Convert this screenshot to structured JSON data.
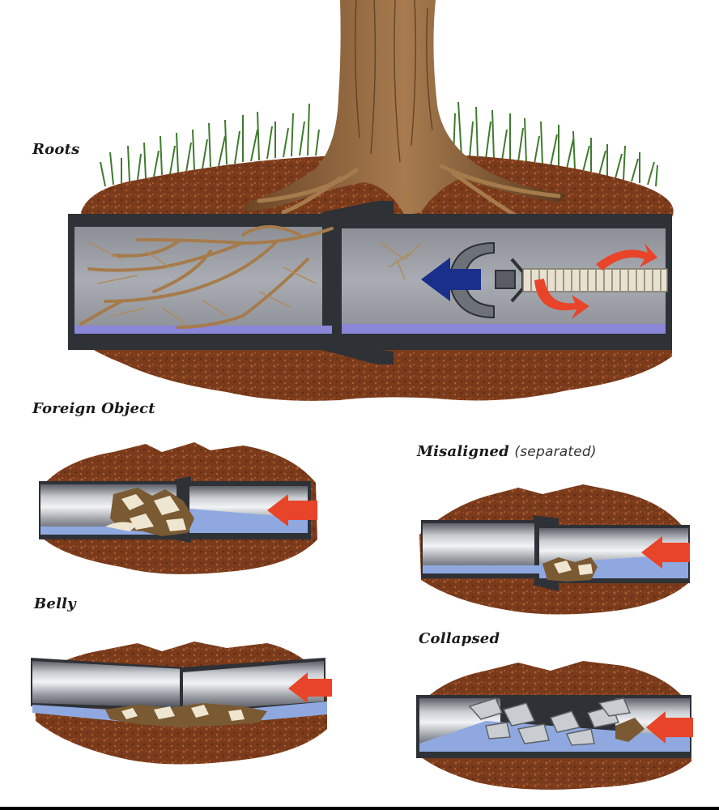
{
  "labels": {
    "roots": "Roots",
    "foreign_object": "Foreign Object",
    "misaligned": "Misaligned",
    "misaligned_qualifier": "(separated)",
    "belly": "Belly",
    "collapsed": "Collapsed"
  },
  "colors": {
    "soil": "#7a3b1c",
    "soil_light": "#a85a2c",
    "pipe_gray": "#9fa3a8",
    "pipe_dark": "#3a3d42",
    "water_blue": "#8fa9e0",
    "flow_arrow": "#e8442a",
    "tool_arrow": "#1a2f8c",
    "grass": "#3f7a2e",
    "root_tan": "#b08a5a",
    "trunk_brown": "#7a5230"
  },
  "icons": [
    "cutter-icon",
    "flow-arrow-icon",
    "rotation-arrow-icon"
  ]
}
